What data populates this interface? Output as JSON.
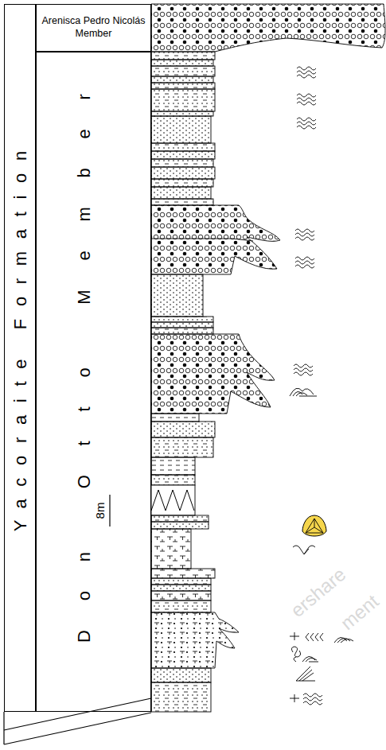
{
  "diagram": {
    "nodes": [
      {
        "text": [
          "Yacoraite Formation"
        ]
      },
      {
        "text": [
          "Arenisca Pedro Nicolás Member"
        ]
      },
      {
        "text": [
          "Don Otto Member"
        ]
      }
    ],
    "labels": [
      "8m",
      "ershare",
      "ment"
    ]
  }
}
